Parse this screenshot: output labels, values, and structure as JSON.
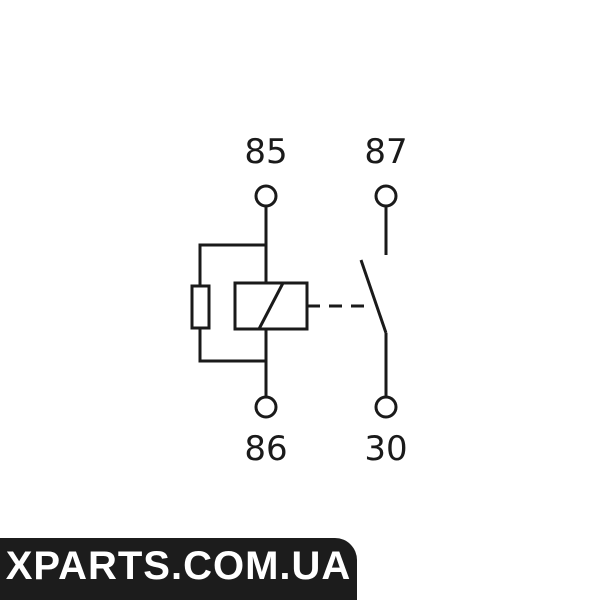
{
  "pins": {
    "top_left": "85",
    "top_right": "87",
    "bottom_left": "86",
    "bottom_right": "30"
  },
  "watermark": {
    "text": "XPARTS.COM.UA"
  },
  "colors": {
    "line": "#1a1a1a",
    "watermark_bg": "#1c1c1c",
    "watermark_text": "#ffffff"
  }
}
